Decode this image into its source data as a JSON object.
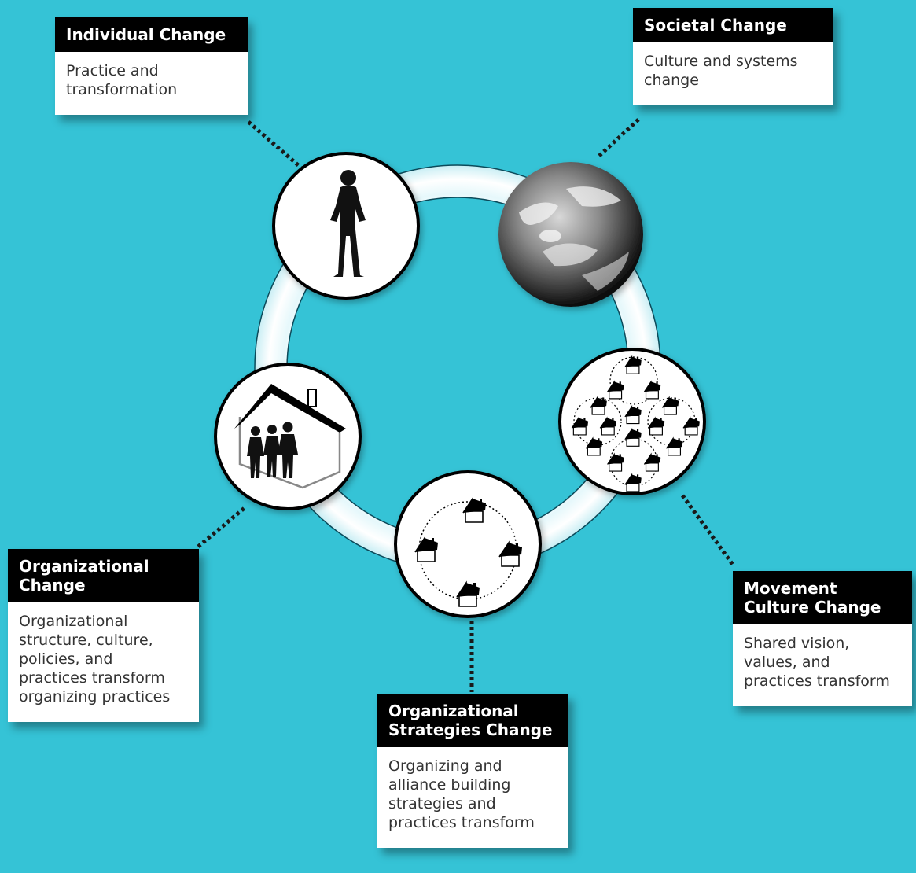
{
  "background": "#35c3d6",
  "cards": [
    {
      "id": "individual",
      "title": "Individual Change",
      "description": "Practice and\ntransformation",
      "icon": "person-silhouette-icon"
    },
    {
      "id": "societal",
      "title": "Societal Change",
      "description": "Culture and systems\nchange",
      "icon": "earth-globe-icon"
    },
    {
      "id": "organizational",
      "title": "Organizational\nChange",
      "description": "Organizational\nstructure, culture,\npolicies, and\npractices transform\norganizing practices",
      "icon": "house-with-people-icon"
    },
    {
      "id": "strategies",
      "title": "Organizational\nStrategies Change",
      "description": "Organizing and\nalliance building\nstrategies and\npractices transform",
      "icon": "houses-circle-icon"
    },
    {
      "id": "movement",
      "title": "Movement\nCulture Change",
      "description": "Shared vision,\nvalues, and\npractices transform",
      "icon": "houses-network-icon"
    }
  ]
}
